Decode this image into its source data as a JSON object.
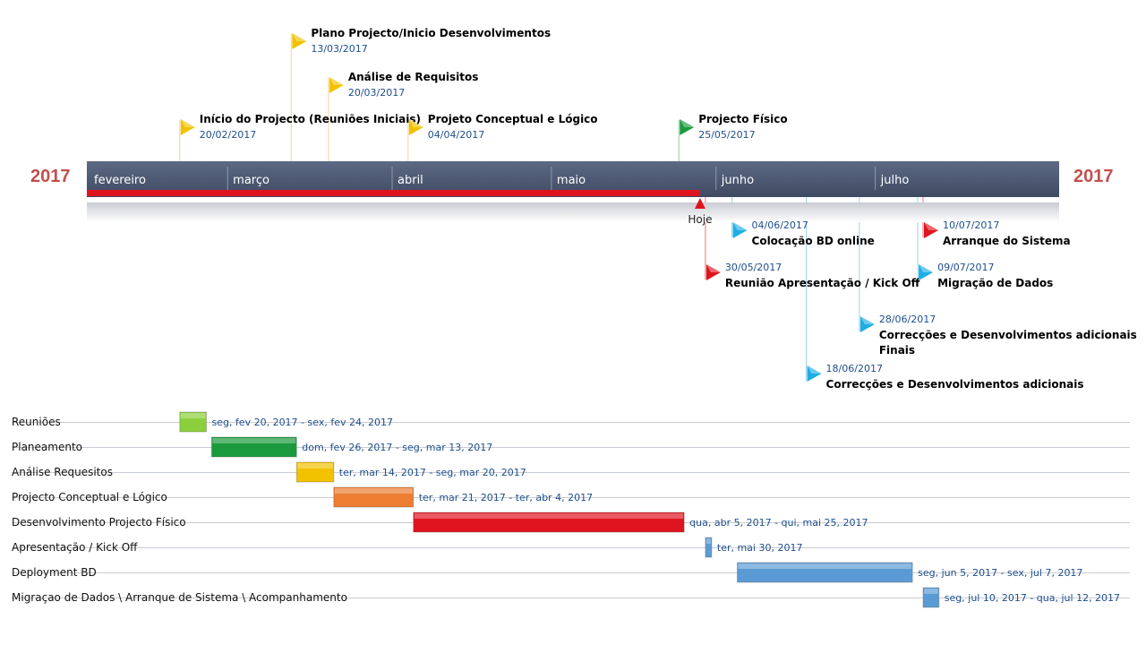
{
  "chart_data": {
    "type": "timeline-gantt",
    "year_label_left": "2017",
    "year_label_right": "2017",
    "months": [
      "fevereiro",
      "março",
      "abril",
      "maio",
      "junho",
      "julho"
    ],
    "today_label": "Hoje",
    "today_date": "2017-05-29",
    "colors": {
      "bar": "#4a5670",
      "today": "#e0141e",
      "text_date": "#1f4e8c",
      "text_title": "#000000",
      "year": "#c0504d"
    },
    "milestones": [
      {
        "title": "Plano Projecto/Inicio Desenvolvimentos",
        "date": "13/03/2017",
        "color": "#f2c200",
        "side": "above"
      },
      {
        "title": "Análise de Requisitos",
        "date": "20/03/2017",
        "color": "#f2c200",
        "side": "above"
      },
      {
        "title": "Início do Projecto (Reuniões Iniciais)",
        "date": "20/02/2017",
        "color": "#f2c200",
        "side": "above"
      },
      {
        "title": "Projeto Conceptual e Lógico",
        "date": "04/04/2017",
        "color": "#f2c200",
        "side": "above"
      },
      {
        "title": "Projecto Físico",
        "date": "25/05/2017",
        "color": "#1a9a3c",
        "side": "above"
      },
      {
        "title": "Colocação BD online",
        "date": "04/06/2017",
        "color": "#1eaee6",
        "side": "below"
      },
      {
        "title": "Arranque do Sistema",
        "date": "10/07/2017",
        "color": "#e0141e",
        "side": "below"
      },
      {
        "title": "Reunião Apresentação / Kick Off",
        "date": "30/05/2017",
        "color": "#e0141e",
        "side": "below"
      },
      {
        "title": "Migração de Dados",
        "date": "09/07/2017",
        "color": "#1eaee6",
        "side": "below"
      },
      {
        "title": "Correcções e Desenvolvimentos adicionais Finais",
        "title_lines": [
          "Correcções e Desenvolvimentos adicionais",
          "Finais"
        ],
        "date": "28/06/2017",
        "color": "#1eaee6",
        "side": "below"
      },
      {
        "title": "Correcções e Desenvolvimentos adicionais",
        "date": "18/06/2017",
        "color": "#1eaee6",
        "side": "below"
      }
    ],
    "tasks": [
      {
        "name": "Reuniões",
        "start": "2017-02-20",
        "end": "2017-02-24",
        "range_label": "seg, fev 20, 2017 - sex, fev 24, 2017",
        "color": "#8ccf3c"
      },
      {
        "name": "Planeamento",
        "start": "2017-02-26",
        "end": "2017-03-13",
        "range_label": "dom, fev 26, 2017 - seg, mar 13, 2017",
        "color": "#1a9a3c"
      },
      {
        "name": "Análise Requesitos",
        "start": "2017-03-14",
        "end": "2017-03-20",
        "range_label": "ter, mar 14, 2017 - seg, mar 20, 2017",
        "color": "#f2c200"
      },
      {
        "name": "Projecto Conceptual e Lógico",
        "start": "2017-03-21",
        "end": "2017-04-04",
        "range_label": "ter, mar 21, 2017 - ter, abr 4, 2017",
        "color": "#ed7d31"
      },
      {
        "name": "Desenvolvimento Projecto Físico",
        "start": "2017-04-05",
        "end": "2017-05-25",
        "range_label": "qua, abr 5, 2017 - qui, mai 25, 2017",
        "color": "#e0141e"
      },
      {
        "name": "Apresentação / Kick Off",
        "start": "2017-05-30",
        "end": "2017-05-30",
        "range_label": "ter, mai 30, 2017",
        "color": "#5b9bd5"
      },
      {
        "name": "Deployment BD",
        "start": "2017-06-05",
        "end": "2017-07-07",
        "range_label": "seg, jun 5, 2017 - sex, jul 7, 2017",
        "color": "#5b9bd5"
      },
      {
        "name": "Migraçao de Dados \\ Arranque de Sistema \\ Acompanhamento",
        "start": "2017-07-10",
        "end": "2017-07-12",
        "range_label": "seg, jul 10, 2017 - qua, jul 12, 2017",
        "color": "#5b9bd5"
      }
    ]
  }
}
